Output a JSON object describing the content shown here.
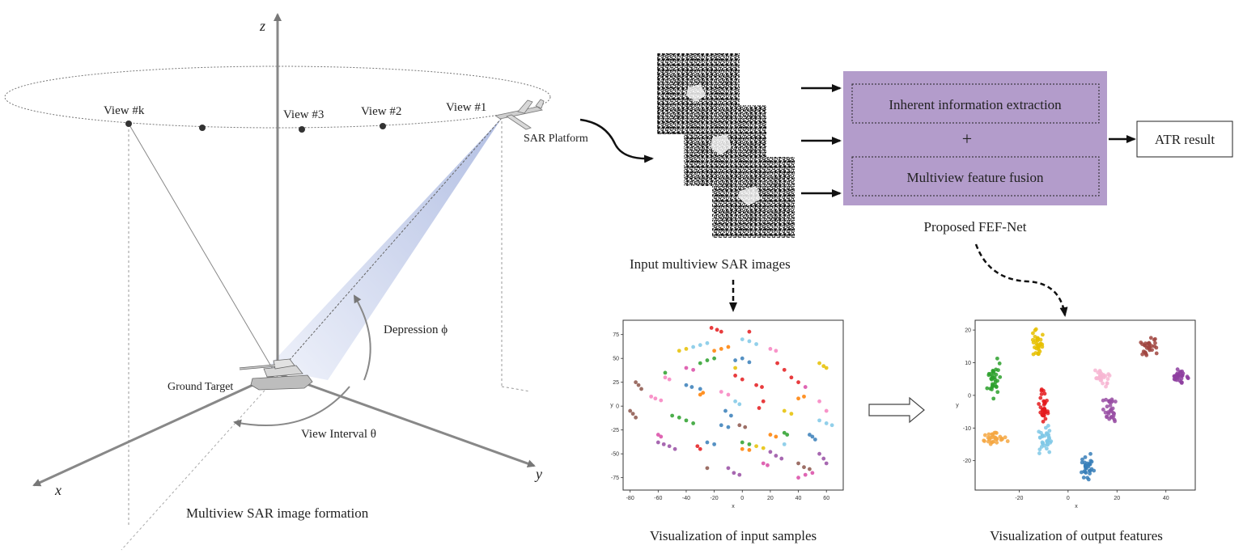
{
  "left_panel": {
    "axis_z": "z",
    "axis_x": "x",
    "axis_y": "y",
    "view_k": "View #k",
    "view_3": "View #3",
    "view_2": "View #2",
    "view_1": "View #1",
    "sar_platform": "SAR Platform",
    "ground_target": "Ground Target",
    "depression": "Depression ϕ",
    "view_interval": "View Interval θ",
    "caption": "Multiview SAR image formation"
  },
  "right_panel": {
    "input_caption": "Input multiview SAR images",
    "net_top": "Inherent information extraction",
    "net_plus": "+",
    "net_bottom": "Multiview feature fusion",
    "net_caption": "Proposed FEF-Net",
    "atr_result": "ATR result",
    "vis_input_caption": "Visualization of input samples",
    "vis_output_caption": "Visualization of output features"
  },
  "chart_data": [
    {
      "type": "scatter",
      "xlabel": "x",
      "ylabel": "y",
      "x_ticks": [
        -80,
        -60,
        -40,
        -20,
        0,
        20,
        40,
        60
      ],
      "y_ticks": [
        75,
        50,
        25,
        0,
        -25,
        -50,
        -75
      ],
      "xlim": [
        -85,
        72
      ],
      "ylim": [
        -88,
        90
      ],
      "series": [
        {
          "color": "#e41a1c",
          "points": [
            [
              -22,
              82
            ],
            [
              -18,
              80
            ],
            [
              -15,
              78
            ],
            [
              5,
              78
            ],
            [
              25,
              45
            ],
            [
              30,
              38
            ],
            [
              35,
              30
            ],
            [
              40,
              25
            ],
            [
              15,
              5
            ],
            [
              12,
              -2
            ],
            [
              -5,
              32
            ],
            [
              0,
              28
            ],
            [
              10,
              22
            ],
            [
              14,
              20
            ],
            [
              -32,
              -42
            ],
            [
              -30,
              -45
            ]
          ]
        },
        {
          "color": "#377eb8",
          "points": [
            [
              -40,
              22
            ],
            [
              -36,
              20
            ],
            [
              -30,
              18
            ],
            [
              -25,
              -38
            ],
            [
              -20,
              -40
            ],
            [
              -5,
              48
            ],
            [
              0,
              50
            ],
            [
              5,
              46
            ],
            [
              48,
              -30
            ],
            [
              50,
              -32
            ],
            [
              52,
              -35
            ],
            [
              -12,
              -5
            ],
            [
              -8,
              -10
            ],
            [
              -15,
              -20
            ],
            [
              -10,
              -22
            ]
          ]
        },
        {
          "color": "#2ca02c",
          "points": [
            [
              -50,
              -10
            ],
            [
              -45,
              -12
            ],
            [
              -40,
              -15
            ],
            [
              -35,
              -18
            ],
            [
              -30,
              45
            ],
            [
              -25,
              48
            ],
            [
              -20,
              50
            ],
            [
              30,
              -28
            ],
            [
              32,
              -30
            ],
            [
              0,
              -38
            ],
            [
              5,
              -40
            ],
            [
              -55,
              35
            ]
          ]
        },
        {
          "color": "#984ea3",
          "points": [
            [
              -60,
              -38
            ],
            [
              -56,
              -40
            ],
            [
              -52,
              -42
            ],
            [
              -48,
              -45
            ],
            [
              -10,
              -65
            ],
            [
              -6,
              -70
            ],
            [
              -2,
              -72
            ],
            [
              20,
              -48
            ],
            [
              24,
              -52
            ],
            [
              28,
              -55
            ],
            [
              55,
              -50
            ],
            [
              58,
              -55
            ],
            [
              60,
              -60
            ]
          ]
        },
        {
          "color": "#ff7f00",
          "points": [
            [
              -20,
              58
            ],
            [
              -15,
              60
            ],
            [
              -10,
              62
            ],
            [
              20,
              -30
            ],
            [
              24,
              -32
            ],
            [
              40,
              8
            ],
            [
              44,
              10
            ],
            [
              0,
              -45
            ],
            [
              5,
              -46
            ],
            [
              -30,
              12
            ],
            [
              -28,
              14
            ]
          ]
        },
        {
          "color": "#e6c000",
          "points": [
            [
              55,
              45
            ],
            [
              58,
              42
            ],
            [
              60,
              40
            ],
            [
              -45,
              58
            ],
            [
              -40,
              60
            ],
            [
              30,
              -5
            ],
            [
              35,
              -8
            ],
            [
              10,
              -42
            ],
            [
              15,
              -44
            ],
            [
              -5,
              40
            ]
          ]
        },
        {
          "color": "#8c564b",
          "points": [
            [
              -76,
              25
            ],
            [
              -74,
              22
            ],
            [
              -72,
              18
            ],
            [
              -80,
              -5
            ],
            [
              -78,
              -8
            ],
            [
              -76,
              -12
            ],
            [
              40,
              -60
            ],
            [
              44,
              -64
            ],
            [
              48,
              -66
            ],
            [
              -2,
              -20
            ],
            [
              2,
              -22
            ],
            [
              -25,
              -65
            ]
          ]
        },
        {
          "color": "#f781bf",
          "points": [
            [
              -65,
              10
            ],
            [
              -62,
              8
            ],
            [
              -58,
              6
            ],
            [
              -55,
              30
            ],
            [
              -52,
              28
            ],
            [
              20,
              60
            ],
            [
              24,
              58
            ],
            [
              -15,
              15
            ],
            [
              -10,
              12
            ],
            [
              55,
              5
            ],
            [
              60,
              -5
            ]
          ]
        },
        {
          "color": "#7fc8e6",
          "points": [
            [
              -35,
              62
            ],
            [
              -30,
              64
            ],
            [
              -25,
              66
            ],
            [
              0,
              70
            ],
            [
              5,
              68
            ],
            [
              10,
              65
            ],
            [
              55,
              -15
            ],
            [
              60,
              -18
            ],
            [
              64,
              -20
            ],
            [
              -5,
              5
            ],
            [
              -2,
              2
            ],
            [
              30,
              -40
            ]
          ]
        },
        {
          "color": "#d94aa6",
          "points": [
            [
              40,
              -75
            ],
            [
              45,
              -72
            ],
            [
              50,
              -70
            ],
            [
              -40,
              40
            ],
            [
              -35,
              38
            ],
            [
              15,
              -60
            ],
            [
              18,
              -62
            ],
            [
              -60,
              -30
            ],
            [
              -58,
              -32
            ],
            [
              45,
              20
            ]
          ]
        }
      ]
    },
    {
      "type": "scatter",
      "xlabel": "x",
      "ylabel": "y",
      "x_ticks": [
        -20,
        0,
        20,
        40
      ],
      "y_ticks": [
        20,
        10,
        0,
        -10,
        -20
      ],
      "xlim": [
        -38,
        52
      ],
      "ylim": [
        -29,
        23
      ],
      "series": [
        {
          "color": "#2ca02c",
          "center": [
            -30,
            5
          ],
          "spread": [
            2.4,
            4.5
          ],
          "count": 34
        },
        {
          "color": "#e6c000",
          "center": [
            -12,
            16
          ],
          "spread": [
            2.0,
            3.5
          ],
          "count": 32
        },
        {
          "color": "#f5a742",
          "center": [
            -30,
            -13
          ],
          "spread": [
            4.0,
            1.6
          ],
          "count": 32
        },
        {
          "color": "#e41a1c",
          "center": [
            -10,
            -3
          ],
          "spread": [
            1.8,
            4.2
          ],
          "count": 32
        },
        {
          "color": "#7fc8e6",
          "center": [
            -9,
            -14
          ],
          "spread": [
            2.2,
            3.6
          ],
          "count": 34
        },
        {
          "color": "#377eb8",
          "center": [
            8,
            -22
          ],
          "spread": [
            2.0,
            3.2
          ],
          "count": 32
        },
        {
          "color": "#f7b6d2",
          "center": [
            14,
            6
          ],
          "spread": [
            2.4,
            2.8
          ],
          "count": 28
        },
        {
          "color": "#984ea3",
          "center": [
            17,
            -4
          ],
          "spread": [
            2.2,
            3.8
          ],
          "count": 30
        },
        {
          "color": "#a0453f",
          "center": [
            33,
            15
          ],
          "spread": [
            2.8,
            2.6
          ],
          "count": 30
        },
        {
          "color": "#8e3fa0",
          "center": [
            46,
            6
          ],
          "spread": [
            3.0,
            2.2
          ],
          "count": 30
        }
      ]
    }
  ]
}
